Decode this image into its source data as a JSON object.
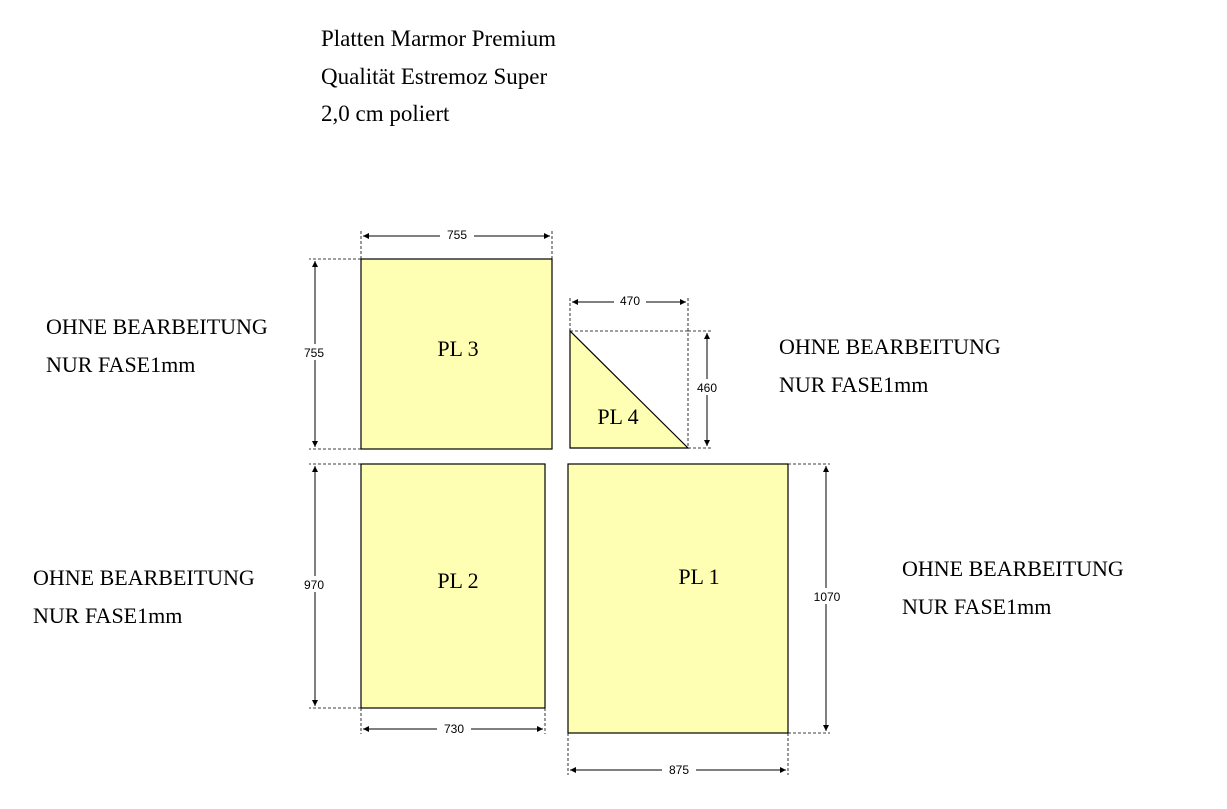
{
  "header": {
    "line1": "Platten Marmor Premium",
    "line2": "Qualität Estremoz Super",
    "line3": "2,0 cm poliert"
  },
  "colors": {
    "plate_fill": "#ffffb4",
    "outline": "#000000",
    "dim_line": "#000000"
  },
  "notes": {
    "pl3": {
      "line1": "OHNE BEARBEITUNG",
      "line2": "NUR FASE1mm"
    },
    "pl4": {
      "line1": "OHNE BEARBEITUNG",
      "line2": "NUR FASE1mm"
    },
    "pl2": {
      "line1": "OHNE BEARBEITUNG",
      "line2": "NUR FASE1mm"
    },
    "pl1": {
      "line1": "OHNE BEARBEITUNG",
      "line2": "NUR FASE1mm"
    }
  },
  "plates": {
    "pl3": {
      "label": "PL 3",
      "width": "755",
      "height": "755"
    },
    "pl4": {
      "label": "PL 4",
      "width": "470",
      "height": "460"
    },
    "pl2": {
      "label": "PL 2",
      "width": "730",
      "height": "970"
    },
    "pl1": {
      "label": "PL 1",
      "width": "875",
      "height": "1070"
    }
  }
}
